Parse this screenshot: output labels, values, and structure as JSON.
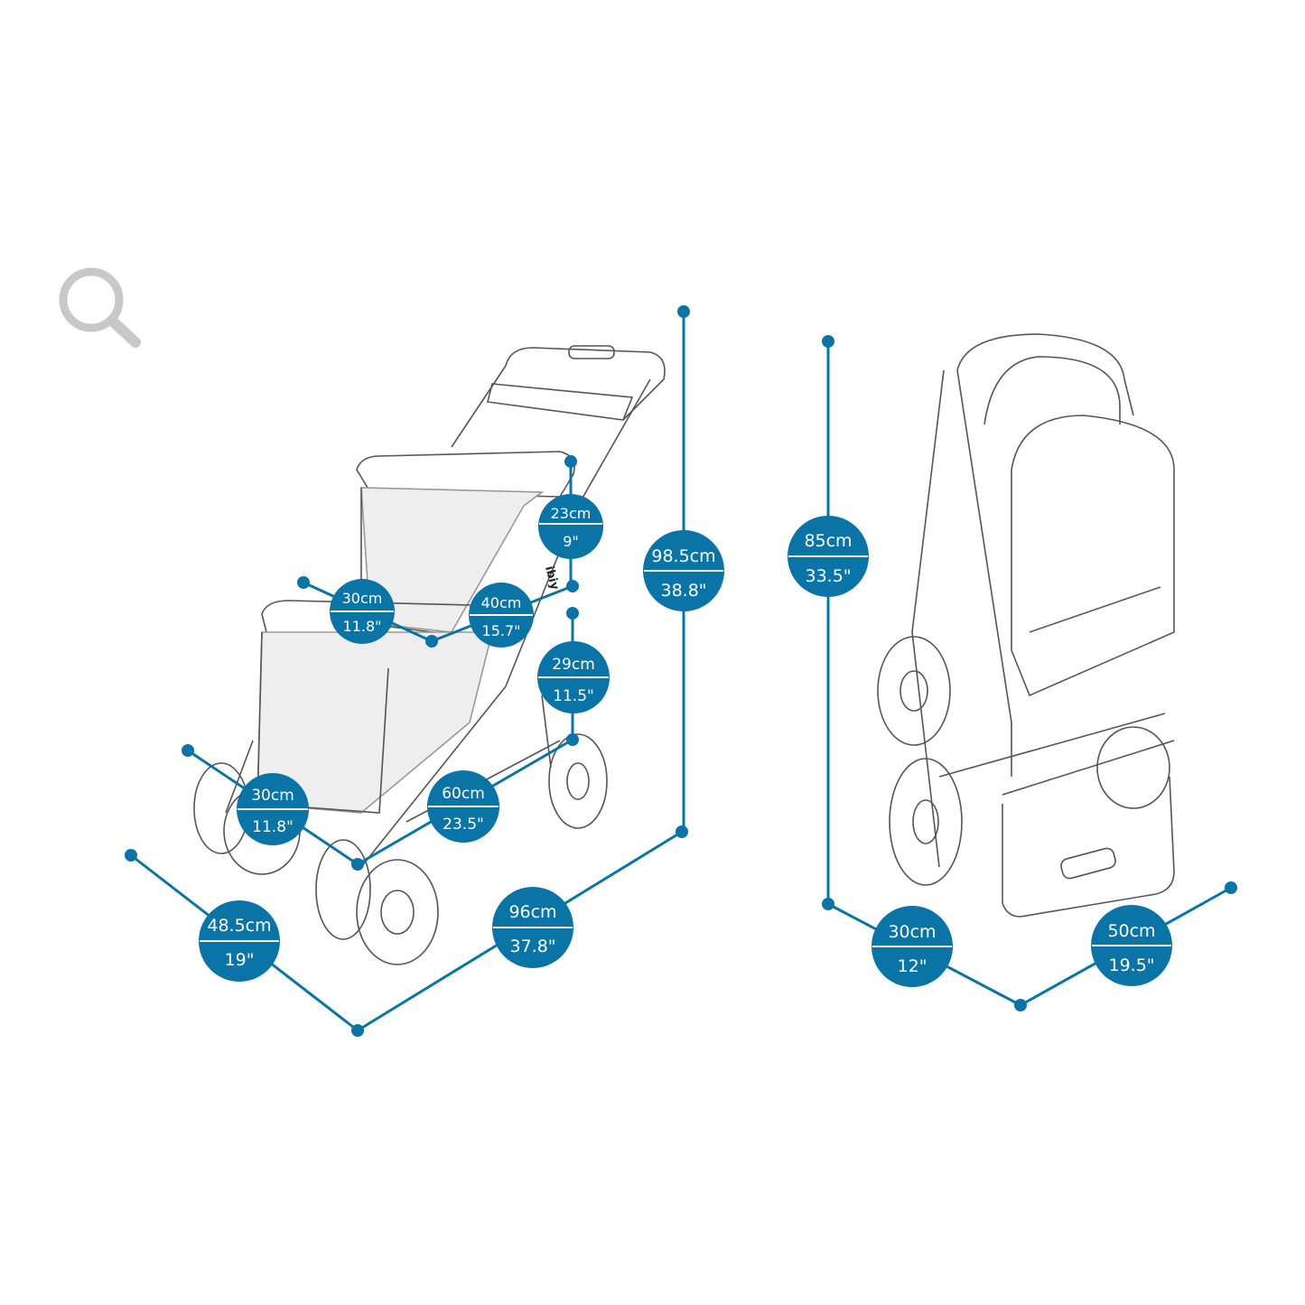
{
  "zoom_icon": "magnifier-icon",
  "brand_logo_text": "ibiy",
  "colors": {
    "accent": "#0a74a6",
    "outline": "#555555",
    "icon": "#c8c8c8"
  },
  "dimensions": {
    "upper_depth": {
      "metric": "23cm",
      "imperial": "9\""
    },
    "upper_width": {
      "metric": "40cm",
      "imperial": "15.7\""
    },
    "upper_length": {
      "metric": "30cm",
      "imperial": "11.8\""
    },
    "lower_depth": {
      "metric": "29cm",
      "imperial": "11.5\""
    },
    "lower_width": {
      "metric": "60cm",
      "imperial": "23.5\""
    },
    "lower_length": {
      "metric": "30cm",
      "imperial": "11.8\""
    },
    "total_height": {
      "metric": "98.5cm",
      "imperial": "38.8\""
    },
    "total_width": {
      "metric": "48.5cm",
      "imperial": "19\""
    },
    "total_length": {
      "metric": "96cm",
      "imperial": "37.8\""
    },
    "folded_height": {
      "metric": "85cm",
      "imperial": "33.5\""
    },
    "folded_depth": {
      "metric": "30cm",
      "imperial": "12\""
    },
    "folded_width": {
      "metric": "50cm",
      "imperial": "19.5\""
    }
  }
}
